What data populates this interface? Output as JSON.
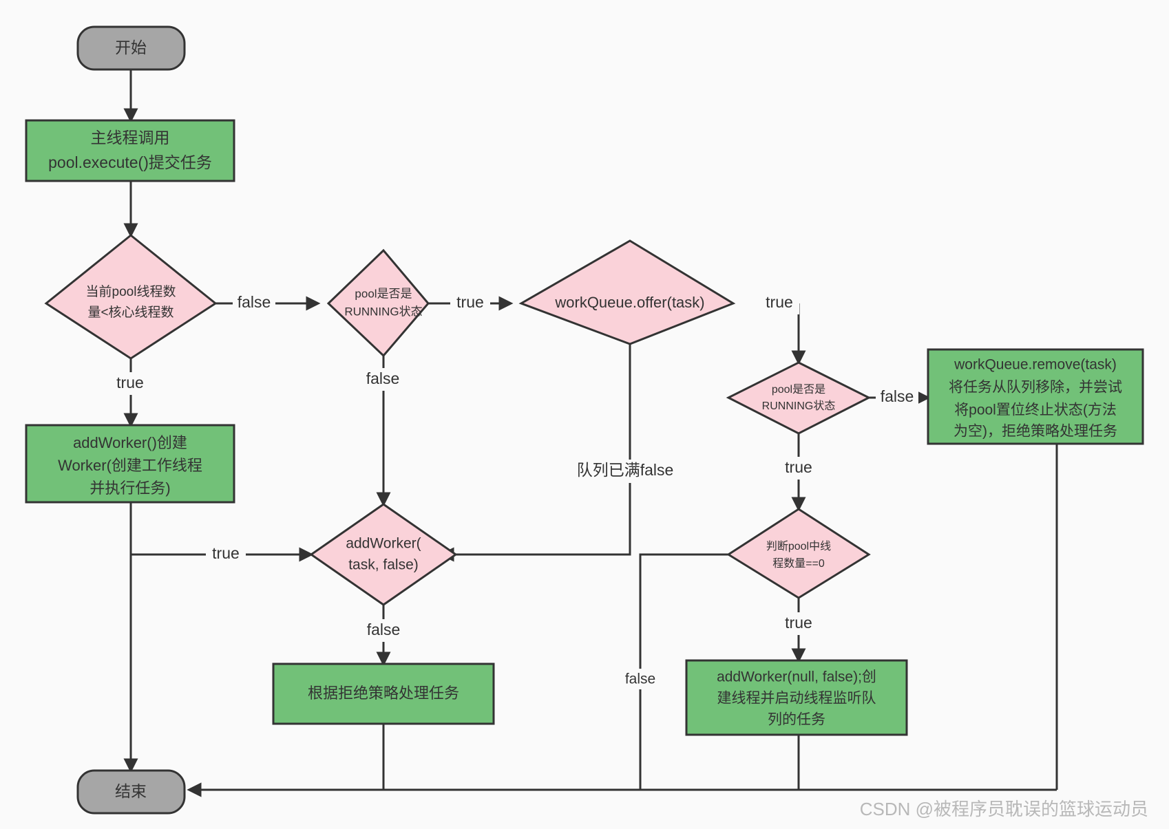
{
  "diagram": {
    "title": "Java ThreadPoolExecutor execute() flowchart",
    "background": "#fafafa",
    "colors": {
      "terminal_fill": "#a6a6a6",
      "process_fill": "#72c178",
      "decision_fill": "#fad2d9",
      "stroke": "#333333",
      "text": "#333333",
      "label_bg": "#fafafa"
    },
    "nodes": {
      "start": {
        "label": "开始",
        "shape": "terminal"
      },
      "submit": {
        "line1": "主线程调用",
        "line2": "pool.execute()提交任务",
        "shape": "process"
      },
      "core_check": {
        "line1": "当前pool线程数",
        "line2": "量<核心线程数",
        "shape": "decision"
      },
      "running_check_1": {
        "line1": "pool是否是",
        "line2": "RUNNING状态",
        "shape": "decision"
      },
      "offer": {
        "line1": "workQueue.offer(task)",
        "shape": "decision"
      },
      "running_check_2": {
        "line1": "pool是否是",
        "line2": "RUNNING状态",
        "shape": "decision"
      },
      "remove": {
        "line1": "workQueue.remove(task)",
        "line2": "将任务从队列移除，并尝试",
        "line3": "将pool置位终止状态(方法",
        "line4": "为空)，拒绝策略处理任务",
        "shape": "process"
      },
      "add_worker_create": {
        "line1": "addWorker()创建",
        "line2": "Worker(创建工作线程",
        "line3": "并执行任务)",
        "shape": "process"
      },
      "add_worker_task": {
        "line1": "addWorker(",
        "line2": "task, false)",
        "shape": "decision"
      },
      "count_check": {
        "line1": "判断pool中线",
        "line2": "程数量==0",
        "shape": "decision"
      },
      "reject": {
        "line1": "根据拒绝策略处理任务",
        "shape": "process"
      },
      "add_worker_null": {
        "line1": "addWorker(null, false);创",
        "line2": "建线程并启动线程监听队",
        "line3": "列的任务",
        "shape": "process"
      },
      "end": {
        "label": "结束",
        "shape": "terminal"
      }
    },
    "edge_labels": {
      "core_false": "false",
      "core_true": "true",
      "running1_true": "true",
      "running1_false": "false",
      "offer_true": "true",
      "offer_queue_full": "队列已满false",
      "running2_false": "false",
      "running2_true": "true",
      "create_true": "true",
      "addworker_false": "false",
      "count_true": "true",
      "count_false": "false"
    }
  },
  "watermark": {
    "text": "CSDN @被程序员耽误的篮球运动员"
  }
}
